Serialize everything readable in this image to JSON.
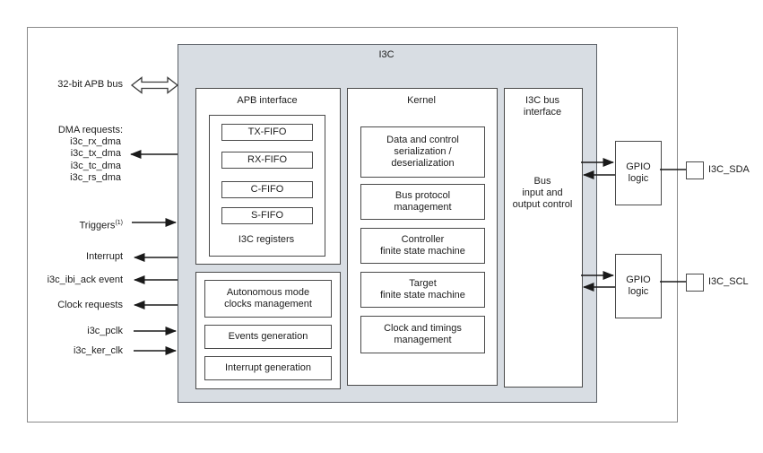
{
  "core": {
    "title": "I3C"
  },
  "left": {
    "apb_bus": "32-bit APB bus",
    "dma_header": "DMA requests:",
    "dma_channels": [
      "i3c_rx_dma",
      "i3c_tx_dma",
      "i3c_tc_dma",
      "i3c_rs_dma"
    ],
    "triggers": "Triggers",
    "triggers_sup": "(1)",
    "interrupt": "Interrupt",
    "ibi_ack": "i3c_ibi_ack event",
    "clock_requests": "Clock requests",
    "pclk": "i3c_pclk",
    "ker_clk": "i3c_ker_clk"
  },
  "apb_interface": {
    "title": "APB interface",
    "fifos": [
      "TX-FIFO",
      "RX-FIFO",
      "C-FIFO",
      "S-FIFO"
    ],
    "registers": "I3C registers"
  },
  "clocks_block": {
    "items": [
      "Autonomous mode\nclocks management",
      "Events generation",
      "Interrupt generation"
    ]
  },
  "kernel": {
    "title": "Kernel",
    "blocks": [
      "Data and control\nserialization /\ndeserialization",
      "Bus protocol\nmanagement",
      "Controller\nfinite state machine",
      "Target\nfinite state machine",
      "Clock and timings\nmanagement"
    ]
  },
  "bus_interface": {
    "title": "I3C bus\ninterface",
    "body": "Bus\ninput and\noutput control"
  },
  "gpio": {
    "label": "GPIO\nlogic",
    "pads": [
      "I3C_SDA",
      "I3C_SCL"
    ]
  },
  "colors": {
    "block_fill": "#d8dde3",
    "line": "#1a1a1a"
  }
}
